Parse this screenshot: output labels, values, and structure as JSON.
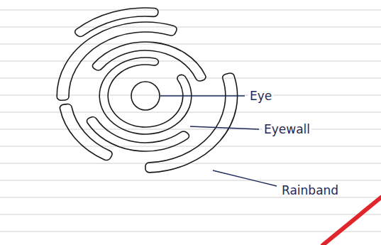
{
  "diagram": {
    "labels": [
      "Eye",
      "Eyewall",
      "Rainband"
    ]
  }
}
